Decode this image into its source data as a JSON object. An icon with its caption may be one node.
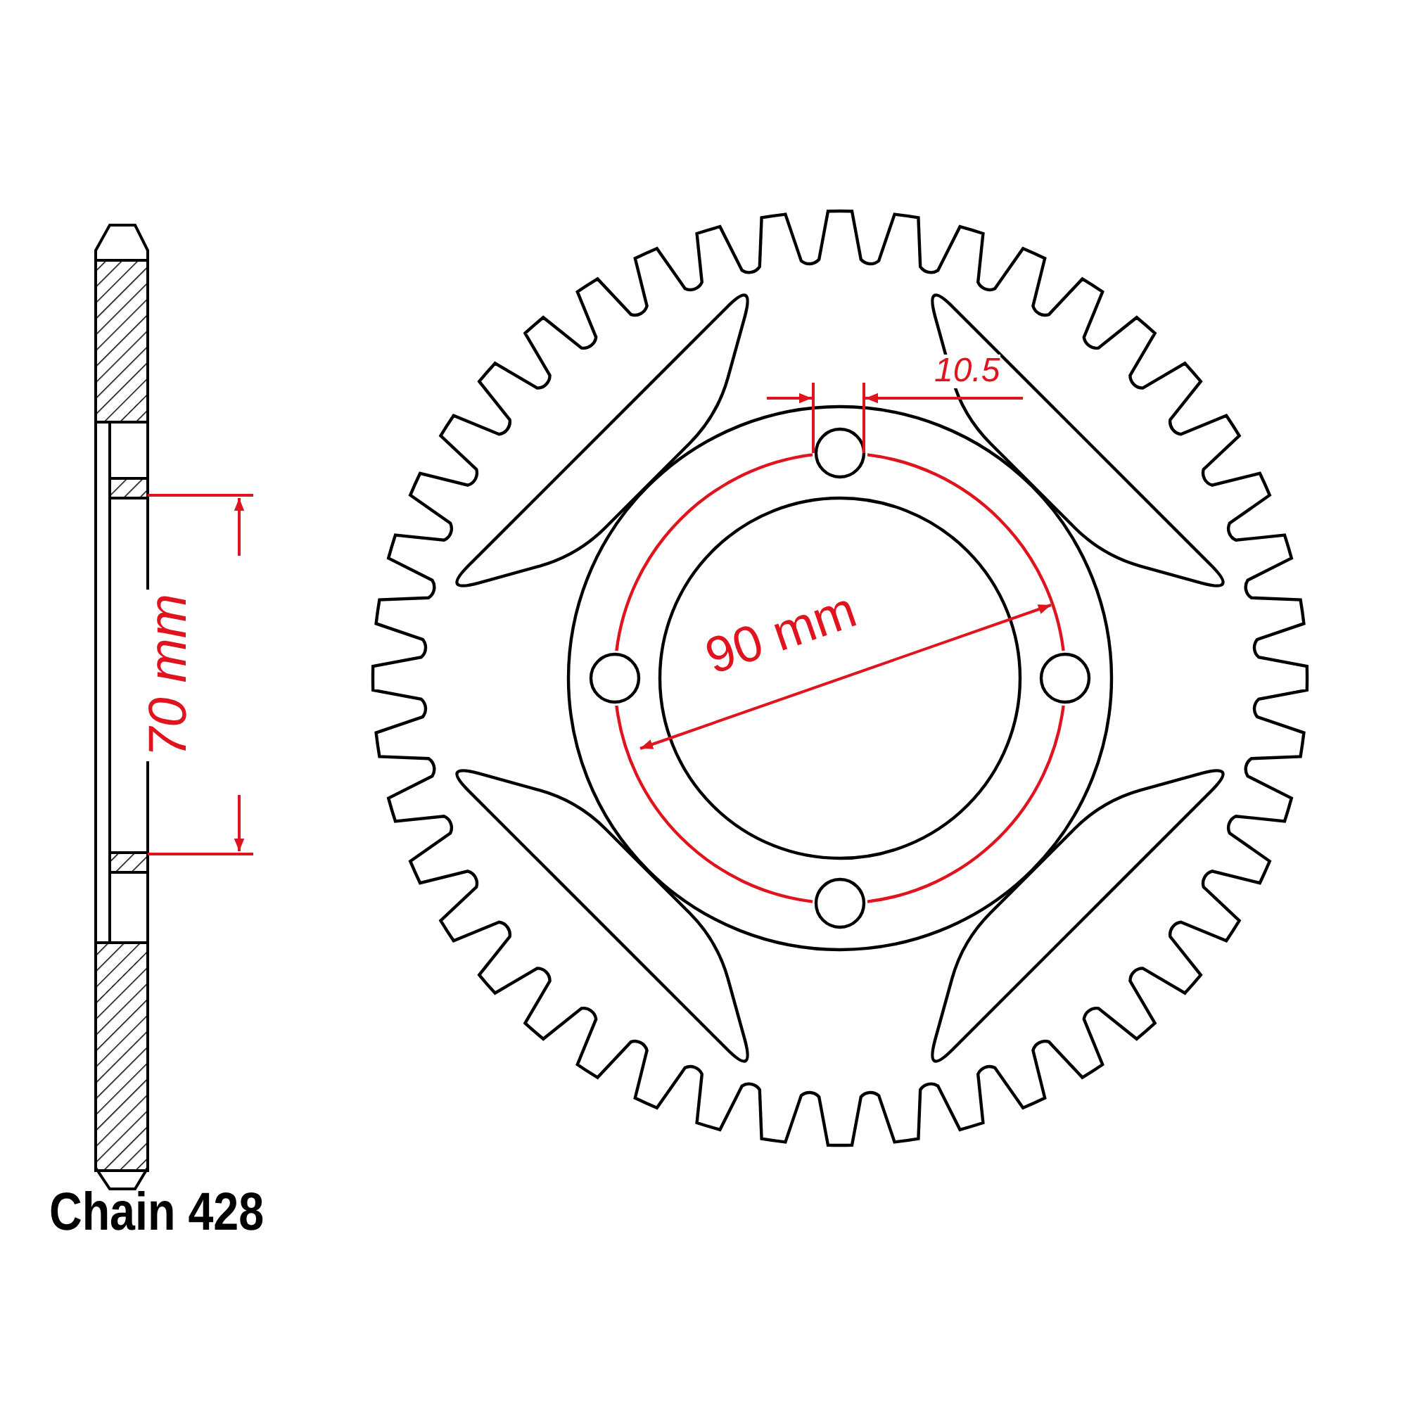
{
  "diagram": {
    "labels": [
      "70 mm",
      "10.5",
      "90 mm",
      "Chain 428"
    ]
  }
}
